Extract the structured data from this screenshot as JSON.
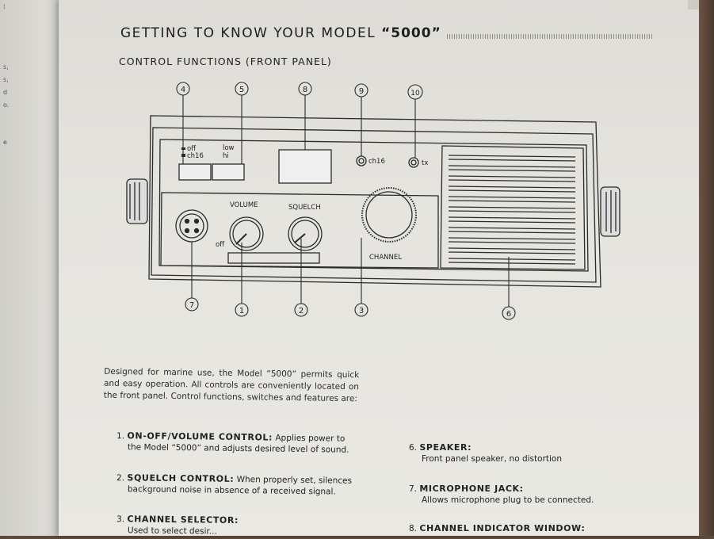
{
  "left_page": {
    "fragments": [
      "s,",
      "s,",
      "d",
      "o.",
      "e"
    ]
  },
  "header": {
    "title_prefix": "GETTING TO KNOW YOUR MODEL ",
    "title_model": "“5000”",
    "subtitle": "CONTROL FUNCTIONS (FRONT PANEL)"
  },
  "diagram": {
    "callouts": [
      "4",
      "5",
      "8",
      "9",
      "10",
      "7",
      "1",
      "2",
      "3",
      "6"
    ],
    "labels": {
      "off": "off",
      "ch16_switch": "ch16",
      "low": "low",
      "hi": "hi",
      "volume": "VOLUME",
      "squelch": "SQUELCH",
      "off_knob": "off",
      "ch16_lamp": "ch16",
      "tx": "tx",
      "channel": "CHANNEL"
    }
  },
  "intro": "Designed for marine use, the Model “5000” permits quick and easy operation. All controls are conveniently located on the front panel. Control functions, switches and features are:",
  "items": [
    {
      "num": "1.",
      "head": "ON-OFF/VOLUME CONTROL:",
      "body_inline": " Applies power to",
      "body": "the Model “5000” and adjusts desired level of sound."
    },
    {
      "num": "2.",
      "head": "SQUELCH CONTROL:",
      "body_inline": " When properly set, silences",
      "body": "background noise in absence of a received signal."
    },
    {
      "num": "3.",
      "head": "CHANNEL SELECTOR:",
      "body_inline": "",
      "body": "Used to select desir..."
    },
    {
      "num": "6.",
      "head": "SPEAKER:",
      "body_inline": "",
      "body": "Front panel speaker, no distortion"
    },
    {
      "num": "7.",
      "head": "MICROPHONE JACK:",
      "body_inline": "",
      "body": "Allows microphone plug to be connected."
    },
    {
      "num": "8.",
      "head": "CHANNEL INDICATOR WINDOW:",
      "body_inline": "",
      "body": ""
    }
  ]
}
